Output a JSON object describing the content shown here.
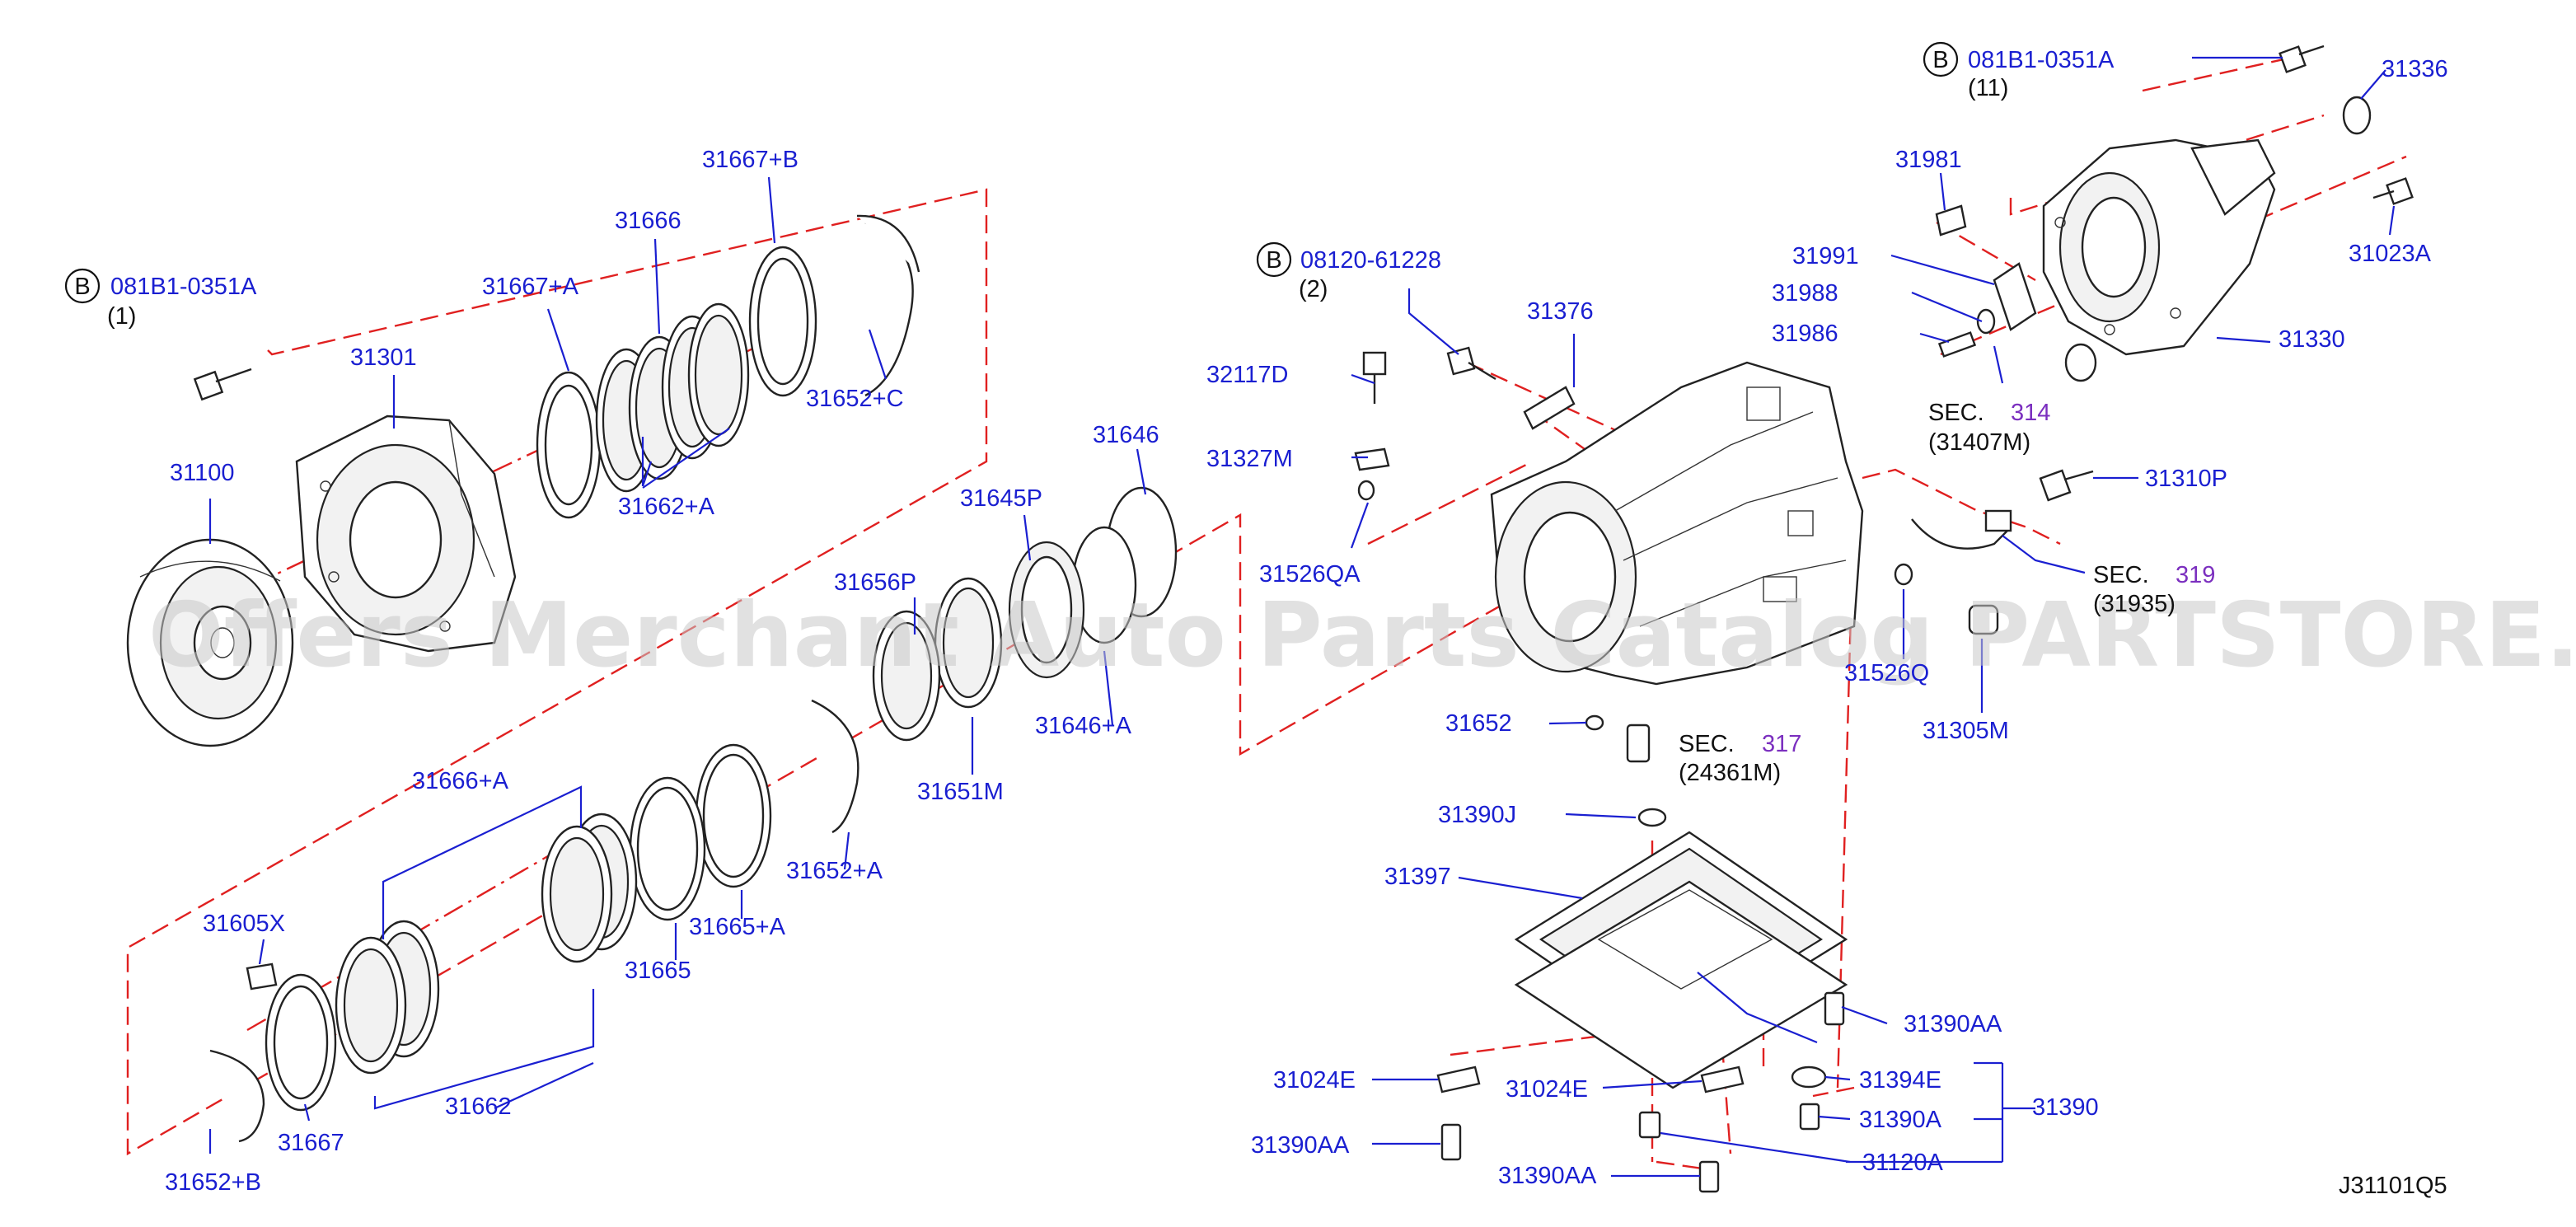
{
  "diagram": {
    "code": "J31101Q5",
    "watermark": "Offers Merchant Auto Parts Catalog PARTSTORE.SA",
    "bolt_refs": [
      {
        "badge": "B",
        "number": "081B1-0351A",
        "qty": "(1)"
      },
      {
        "badge": "B",
        "number": "08120-61228",
        "qty": "(2)"
      },
      {
        "badge": "B",
        "number": "081B1-0351A",
        "qty": "(11)"
      }
    ],
    "sec_refs": [
      {
        "prefix": "SEC.",
        "num": "314",
        "sub": "(31407M)"
      },
      {
        "prefix": "SEC.",
        "num": "319",
        "sub": "(31935)"
      },
      {
        "prefix": "SEC.",
        "num": "317",
        "sub": "(24361M)"
      }
    ],
    "labels": {
      "p31100": "31100",
      "p31301": "31301",
      "p31667A": "31667+A",
      "p31666": "31666",
      "p31667B": "31667+B",
      "p31652C": "31652+C",
      "p31662A": "31662+A",
      "p31646": "31646",
      "p31645P": "31645P",
      "p31656P": "31656P",
      "p31646A": "31646+A",
      "p31651M": "31651M",
      "p31652A": "31652+A",
      "p31665A": "31665+A",
      "p31665": "31665",
      "p31666A": "31666+A",
      "p31605X": "31605X",
      "p31662": "31662",
      "p31667": "31667",
      "p31652B": "31652+B",
      "p32117D": "32117D",
      "p31327M": "31327M",
      "p31526QA": "31526QA",
      "p31376": "31376",
      "p31652": "31652",
      "p31390J": "31390J",
      "p31397": "31397",
      "p31024E_left": "31024E",
      "p31024E_mid": "31024E",
      "p31390AA_left": "31390AA",
      "p31390AA_bottom": "31390AA",
      "p31390AA_right": "31390AA",
      "p31394E": "31394E",
      "p31390A": "31390A",
      "p31390": "31390",
      "p31120A": "31120A",
      "p31981": "31981",
      "p31991": "31991",
      "p31988": "31988",
      "p31986": "31986",
      "p31336": "31336",
      "p31023A": "31023A",
      "p31330": "31330",
      "p31310P": "31310P",
      "p31526Q": "31526Q",
      "p31305M": "31305M"
    }
  }
}
